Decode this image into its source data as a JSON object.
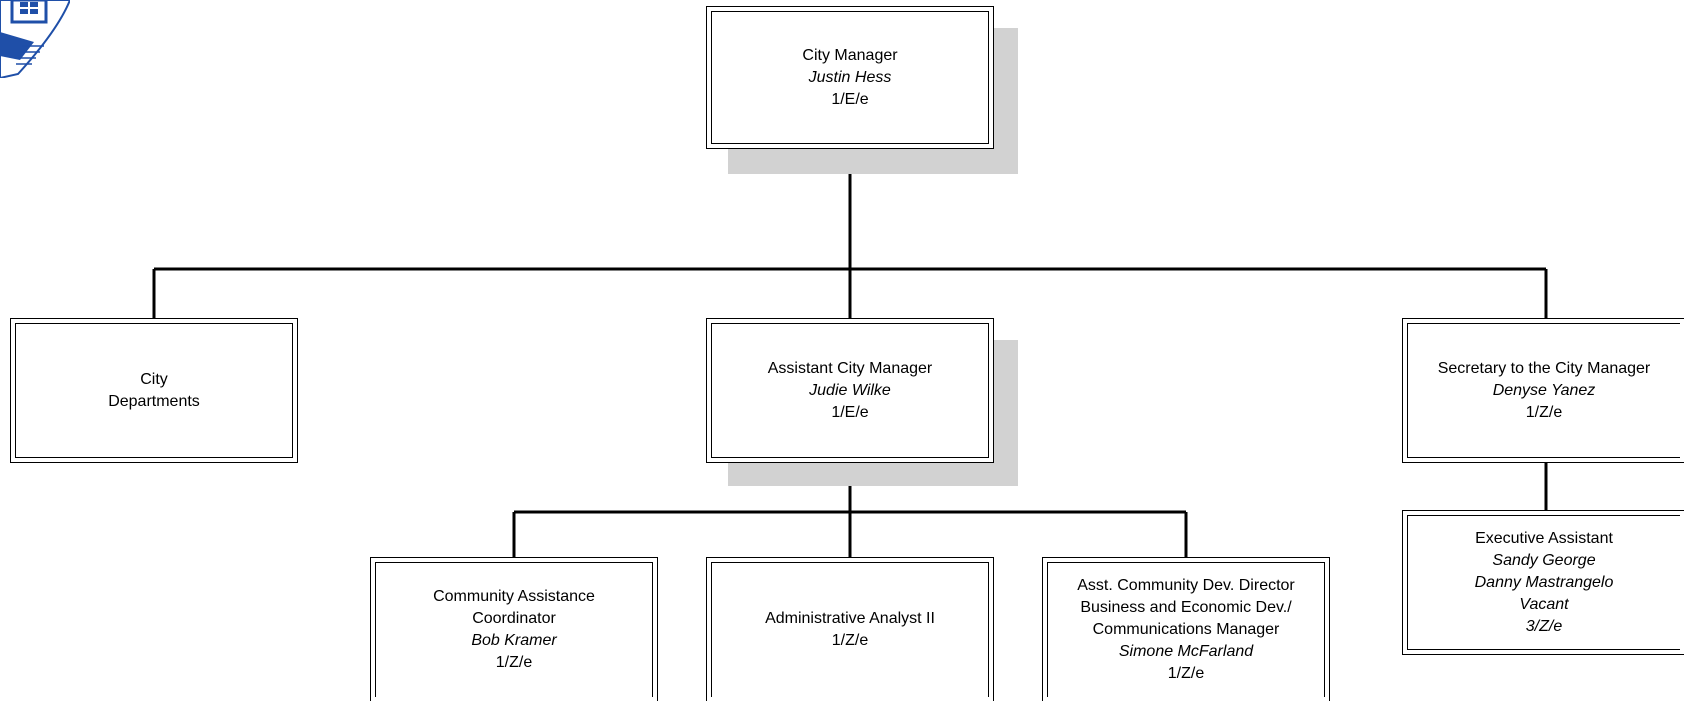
{
  "colors": {
    "line": "#000000",
    "shadow": "#d2d2d2",
    "logo": "#1f4fa8"
  },
  "logo": {
    "icon": "city-seal-logo"
  },
  "nodes": {
    "city_manager": {
      "title": "City Manager",
      "name": "Justin Hess",
      "code": "1/E/e"
    },
    "city_departments": {
      "line1": "City",
      "line2": "Departments"
    },
    "assistant_city_manager": {
      "title": "Assistant City Manager",
      "name": "Judie Wilke",
      "code": "1/E/e"
    },
    "secretary": {
      "title": "Secretary to the City Manager",
      "name": "Denyse Yanez",
      "code": "1/Z/e"
    },
    "community_assistance": {
      "title1": "Community Assistance",
      "title2": "Coordinator",
      "name": "Bob Kramer",
      "code": "1/Z/e"
    },
    "admin_analyst": {
      "title": "Administrative Analyst II",
      "code": "1/Z/e"
    },
    "asst_community_dev": {
      "title1": "Asst. Community Dev. Director",
      "title2": "Business and Economic Dev./",
      "title3": "Communications Manager",
      "name": "Simone McFarland",
      "code": "1/Z/e"
    },
    "executive_assistant": {
      "title": "Executive Assistant",
      "name1": "Sandy George",
      "name2": "Danny Mastrangelo",
      "name3": "Vacant",
      "code": "3/Z/e"
    }
  }
}
